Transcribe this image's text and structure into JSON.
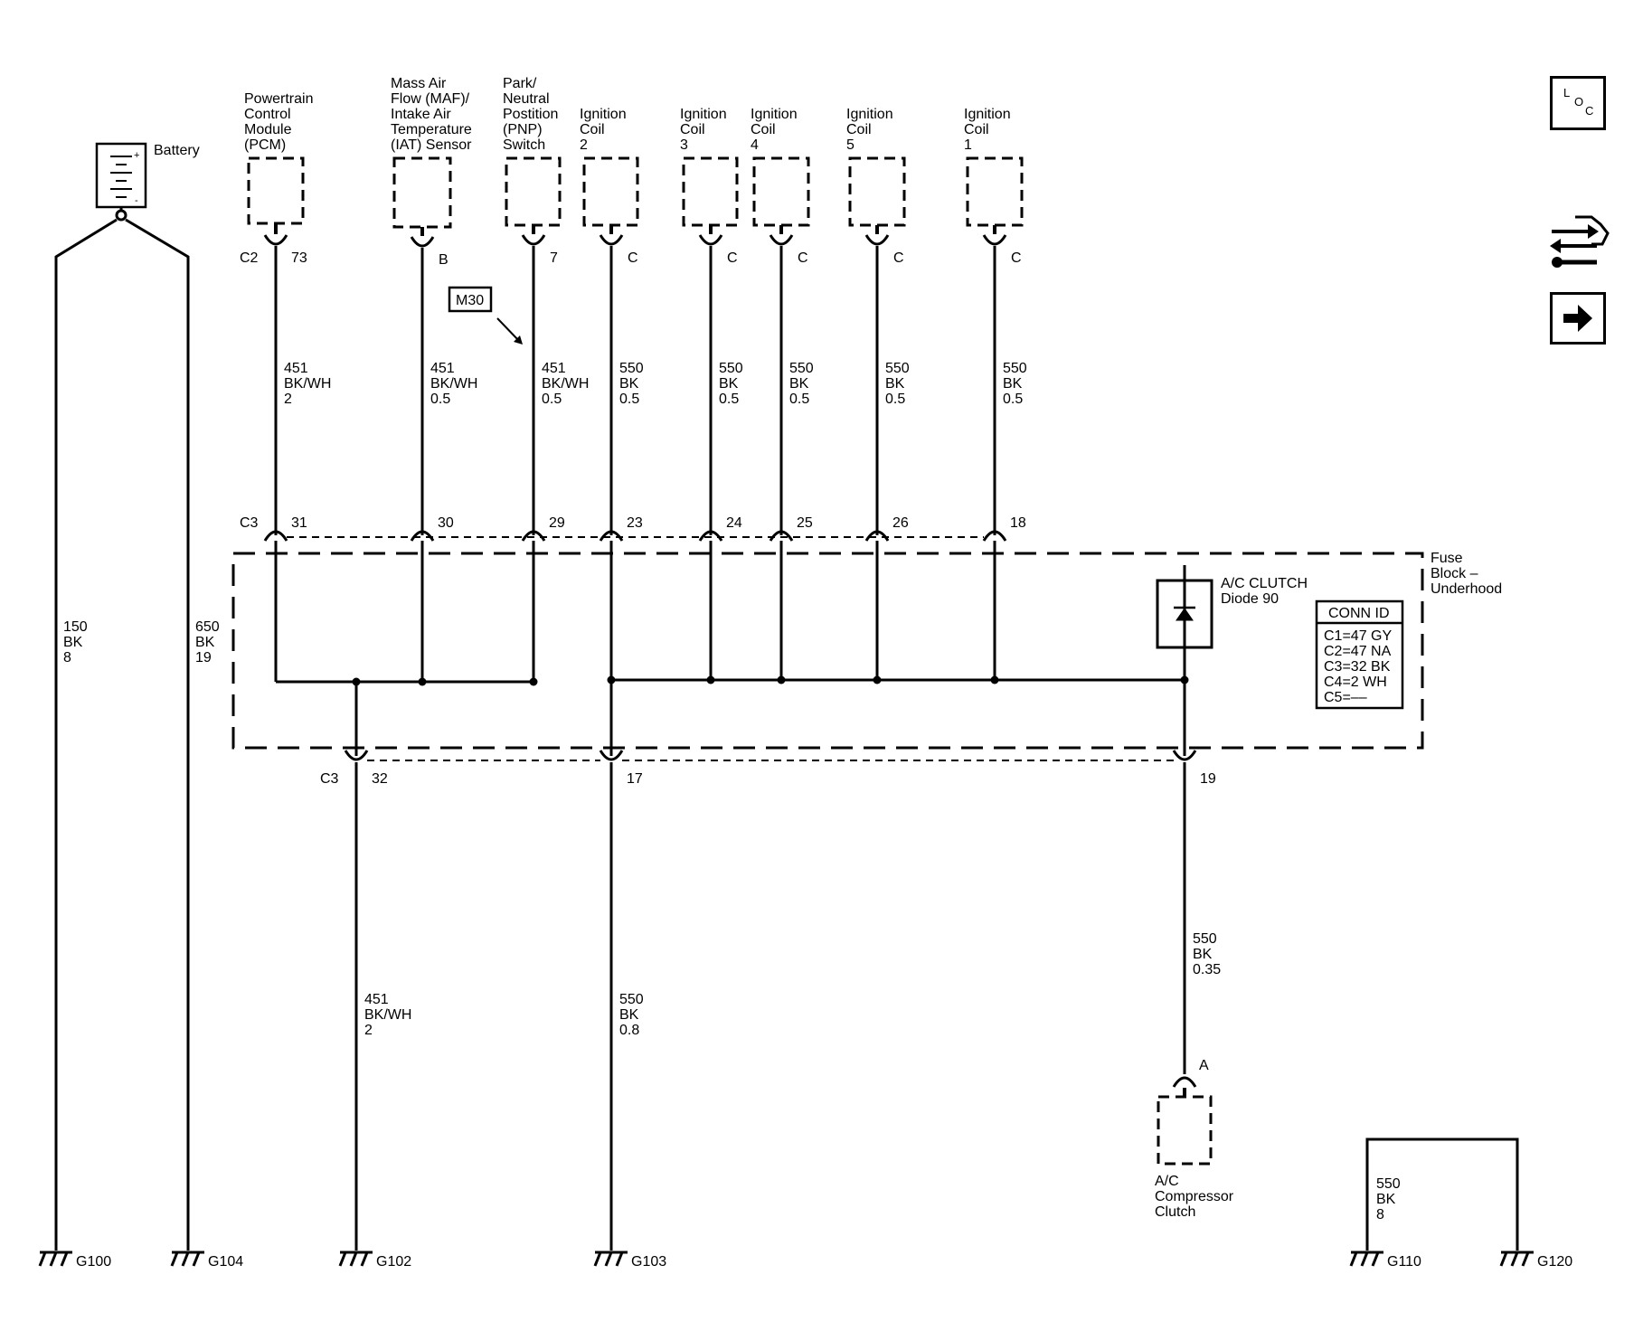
{
  "battery": {
    "label": "Battery",
    "plus": "+",
    "minus": "-"
  },
  "components": {
    "pcm": [
      "Powertrain",
      "Control",
      "Module",
      "(PCM)"
    ],
    "maf": [
      "Mass Air",
      "Flow (MAF)/",
      "Intake Air",
      "Temperature",
      "(IAT) Sensor"
    ],
    "pnp": [
      "Park/",
      "Neutral",
      "Postition",
      "(PNP)",
      "Switch"
    ],
    "coil2": [
      "Ignition",
      "Coil",
      "2"
    ],
    "coil3": [
      "Ignition",
      "Coil",
      "3"
    ],
    "coil4": [
      "Ignition",
      "Coil",
      "4"
    ],
    "coil5": [
      "Ignition",
      "Coil",
      "5"
    ],
    "coil1": [
      "Ignition",
      "Coil",
      "1"
    ],
    "ac_clutch": [
      "A/C",
      "Compressor",
      "Clutch"
    ]
  },
  "top_pins": {
    "pcm_conn": "C2",
    "pcm_pin": "73",
    "maf_pin": "B",
    "pnp_pin": "7",
    "coil2_pin": "C",
    "coil3_pin": "C",
    "coil4_pin": "C",
    "coil5_pin": "C",
    "coil1_pin": "C"
  },
  "reference_tag": "M30",
  "wires": {
    "pcm": [
      "451",
      "BK/WH",
      "2"
    ],
    "maf": [
      "451",
      "BK/WH",
      "0.5"
    ],
    "pnp": [
      "451",
      "BK/WH",
      "0.5"
    ],
    "coil2": [
      "550",
      "BK",
      "0.5"
    ],
    "coil3": [
      "550",
      "BK",
      "0.5"
    ],
    "coil4": [
      "550",
      "BK",
      "0.5"
    ],
    "coil5": [
      "550",
      "BK",
      "0.5"
    ],
    "coil1": [
      "550",
      "BK",
      "0.5"
    ],
    "battery_left": [
      "150",
      "BK",
      "8"
    ],
    "battery_right": [
      "650",
      "BK",
      "19"
    ],
    "g102": [
      "451",
      "BK/WH",
      "2"
    ],
    "g103": [
      "550",
      "BK",
      "0.8"
    ],
    "ac": [
      "550",
      "BK",
      "0.35"
    ],
    "g110": [
      "550",
      "BK",
      "8"
    ]
  },
  "fuse_block": {
    "label": [
      "Fuse",
      "Block –",
      "Underhood"
    ],
    "top_conn": "C3",
    "top_pins": [
      "31",
      "30",
      "29",
      "23",
      "24",
      "25",
      "26",
      "18"
    ],
    "bottom_conn": "C3",
    "bottom_pins": [
      "32",
      "17",
      "19"
    ],
    "diode_label": [
      "A/C CLUTCH",
      "Diode 90"
    ],
    "conn_id_title": "CONN ID",
    "conn_id_rows": [
      "C1=47 GY",
      "C2=47 NA",
      "C3=32 BK",
      "C4=2 WH",
      "C5=––"
    ]
  },
  "ac_pin": "A",
  "grounds": [
    "G100",
    "G104",
    "G102",
    "G103",
    "G110",
    "G120"
  ],
  "side_buttons": {
    "loc": [
      "L",
      "O",
      "C"
    ]
  }
}
